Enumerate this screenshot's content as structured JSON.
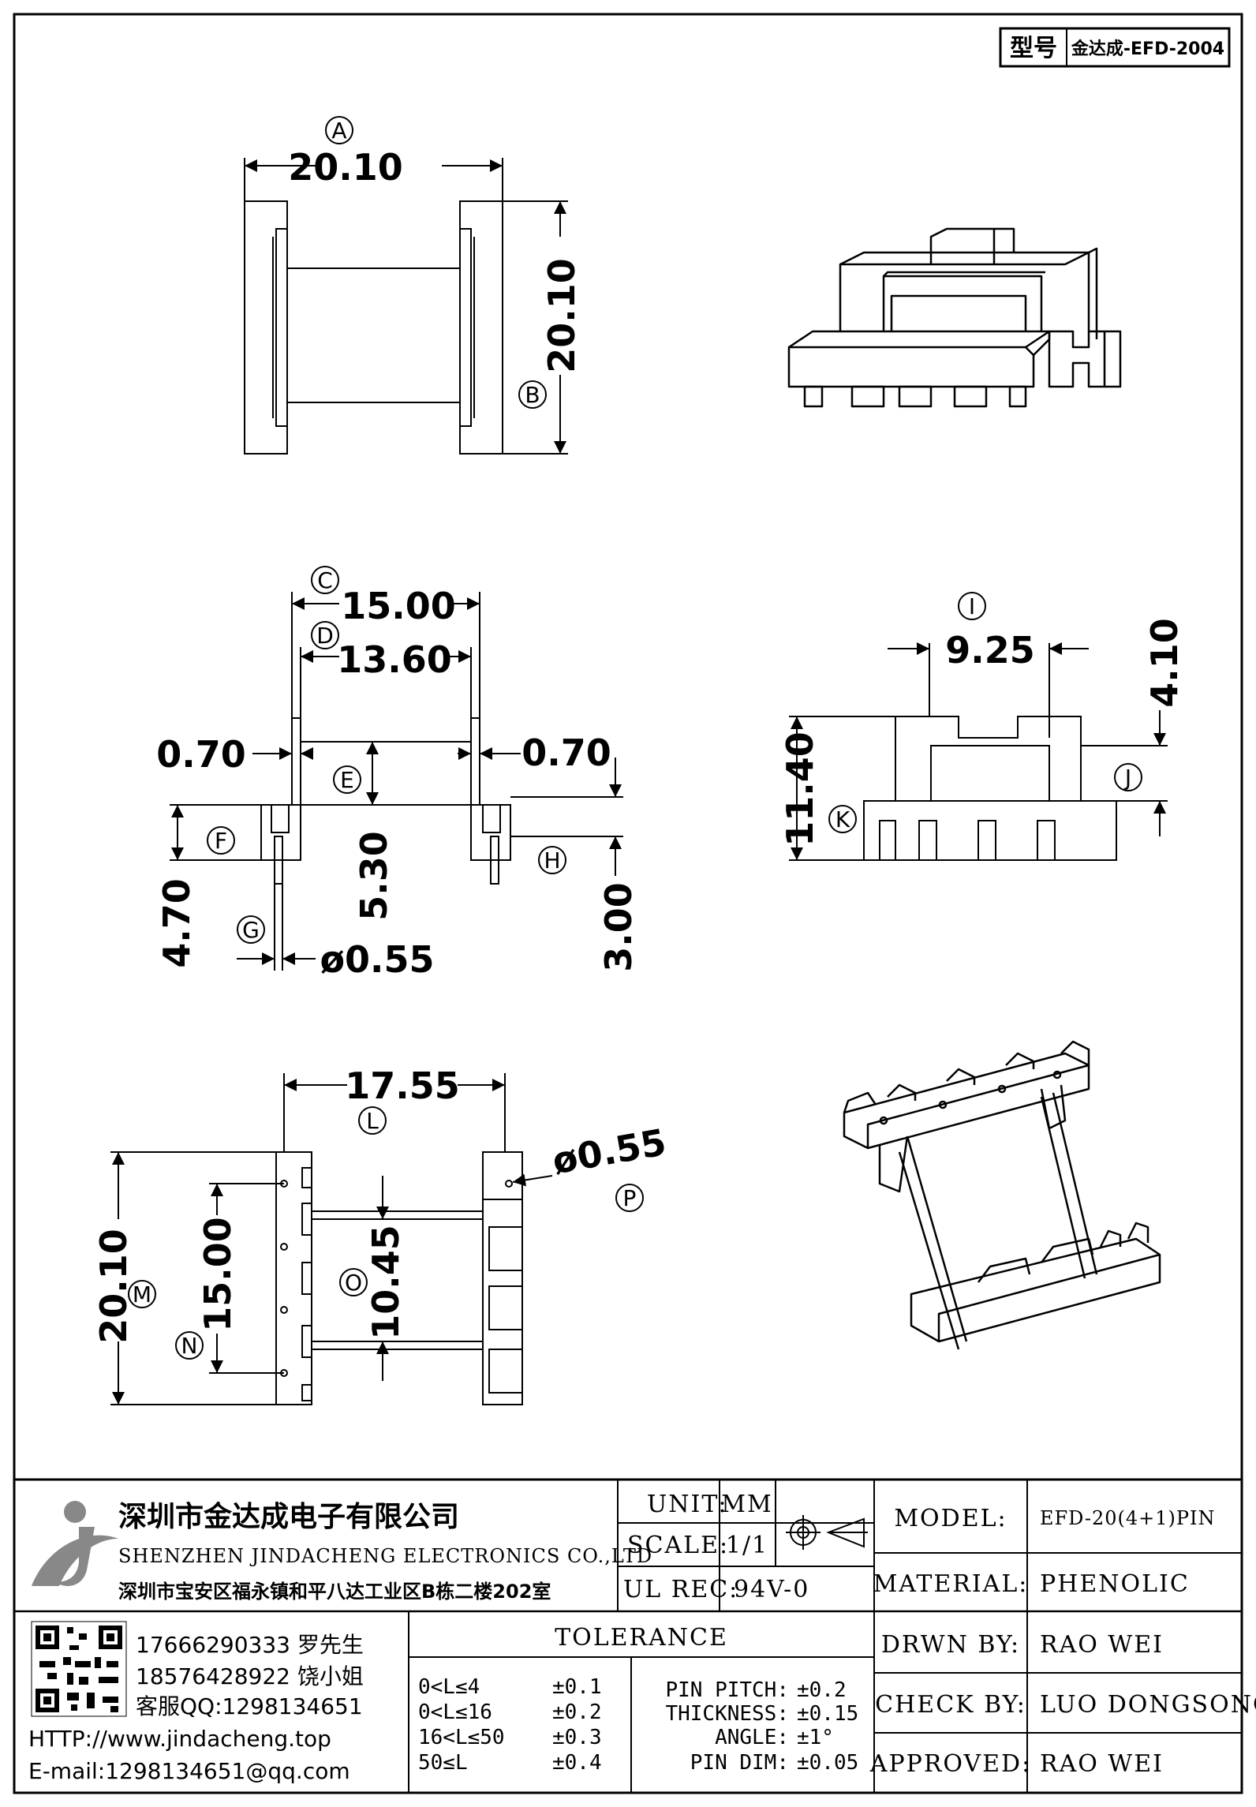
{
  "header": {
    "type_label": "型号",
    "type_value": "金达成-EFD-2004"
  },
  "top_view": {
    "dim_a": "20.10",
    "dim_b": "20.10",
    "label_a": "A",
    "label_b": "B"
  },
  "front_view": {
    "dim_c": "15.00",
    "dim_d": "13.60",
    "dim_left": "0.70",
    "dim_right": "0.70",
    "dim_e": "5.30",
    "dim_f": "4.70",
    "dim_h": "3.00",
    "dim_g": "ø0.55",
    "label_c": "C",
    "label_d": "D",
    "label_e": "E",
    "label_f": "F",
    "label_g": "G",
    "label_h": "H"
  },
  "side_view": {
    "dim_i": "9.25",
    "dim_j": "4.10",
    "dim_k": "11.40",
    "label_i": "I",
    "label_j": "J",
    "label_k": "K"
  },
  "bottom_view": {
    "dim_l": "17.55",
    "dim_m": "20.10",
    "dim_n": "15.00",
    "dim_o": "10.45",
    "dim_p": "ø0.55",
    "label_l": "L",
    "label_m": "M",
    "label_n": "N",
    "label_o": "O",
    "label_p": "P"
  },
  "company": {
    "name_cn": "深圳市金达成电子有限公司",
    "name_en": "SHENZHEN JINDACHENG ELECTRONICS CO.,LTD",
    "address": "深圳市宝安区福永镇和平八达工业区B栋二楼202室"
  },
  "contact": {
    "phone1": "17666290333 罗先生",
    "phone2": "18576428922 饶小姐",
    "qq": "客服QQ:1298134651",
    "http": "HTTP://www.jindacheng.top",
    "email": "E-mail:1298134651@qq.com"
  },
  "specs": {
    "unit_label": "UNIT:",
    "unit_value": "MM",
    "scale_label": "SCALE:",
    "scale_value": "1/1",
    "ul_label": "UL REC:",
    "ul_value": "94V-0"
  },
  "tolerance": {
    "title": "TOLERANCE",
    "rows": [
      {
        "range": "0<L≤4",
        "value": "±0.1"
      },
      {
        "range": "0<L≤16",
        "value": "±0.2"
      },
      {
        "range": "16<L≤50",
        "value": "±0.3"
      },
      {
        "range": "50≤L",
        "value": "±0.4"
      }
    ],
    "extra": [
      {
        "label": "PIN PITCH:",
        "value": "±0.2"
      },
      {
        "label": "THICKNESS:",
        "value": "±0.15"
      },
      {
        "label": "ANGLE:",
        "value": "±1°"
      },
      {
        "label": "PIN DIM:",
        "value": "±0.05"
      }
    ]
  },
  "info": {
    "model_label": "MODEL:",
    "model_value": "EFD-20(4+1)PIN",
    "material_label": "MATERIAL:",
    "material_value": "PHENOLIC",
    "drawn_label": "DRWN BY:",
    "drawn_value": "RAO WEI",
    "check_label": "CHECK BY:",
    "check_value": "LUO DONGSONG",
    "approved_label": "APPROVED:",
    "approved_value": "RAO WEI"
  }
}
